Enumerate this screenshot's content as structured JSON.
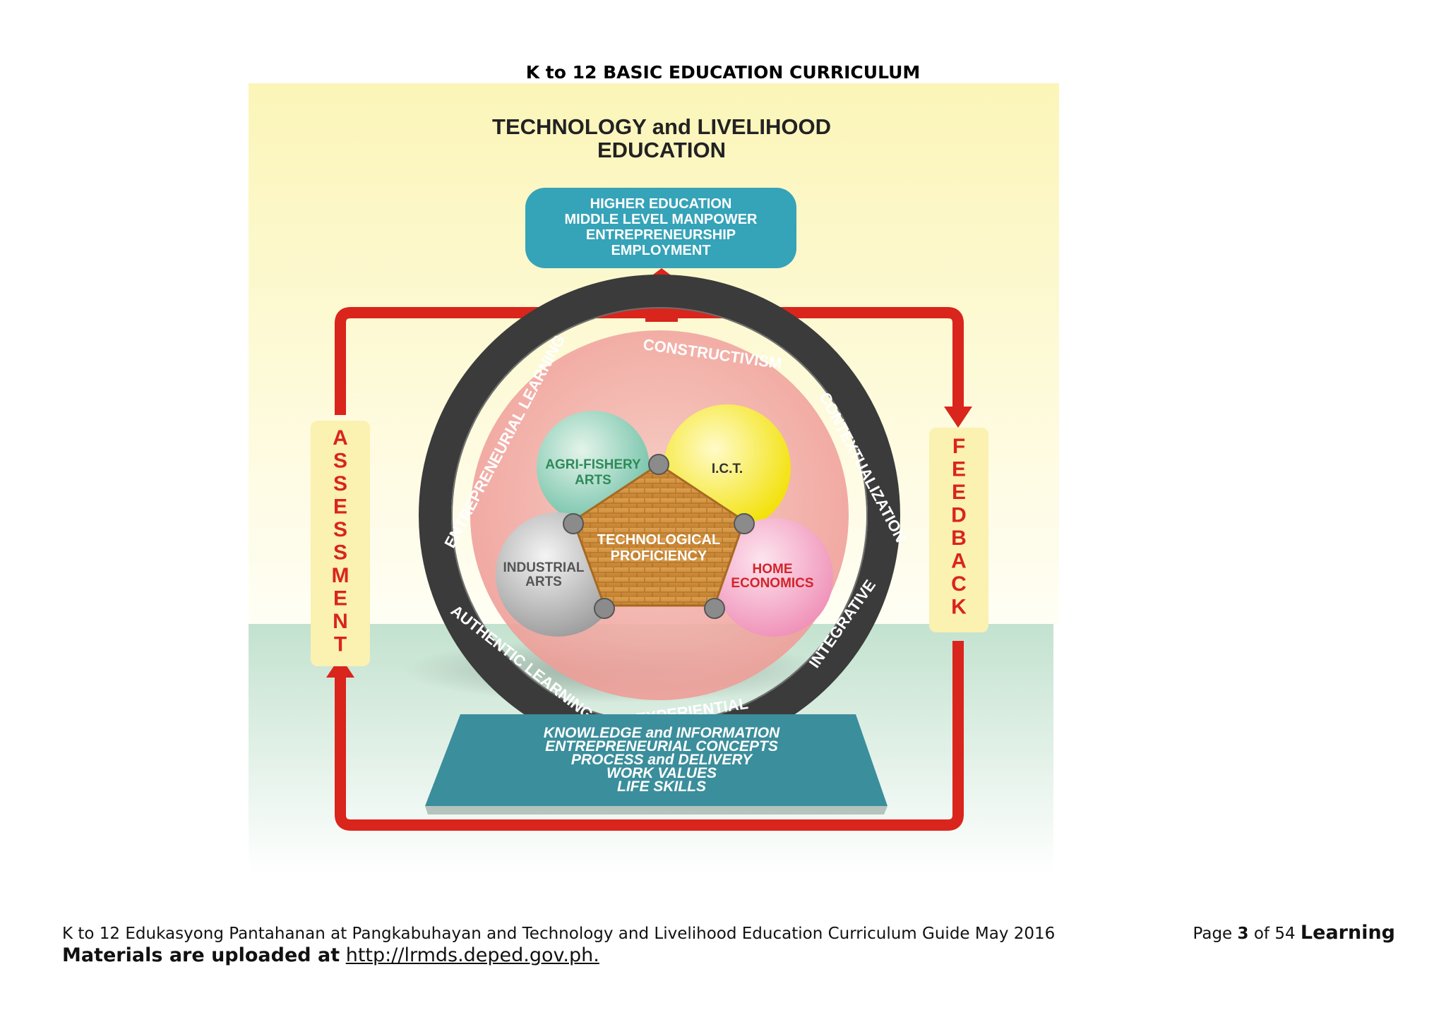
{
  "document": {
    "header": "K to 12 BASIC EDUCATION CURRICULUM"
  },
  "figure": {
    "title_line1": "TECHNOLOGY and LIVELIHOOD",
    "title_line2": "EDUCATION",
    "outcomes": [
      "HIGHER EDUCATION",
      "MIDDLE LEVEL MANPOWER",
      "ENTREPRENEURSHIP",
      "EMPLOYMENT"
    ],
    "left_label": "ASSESSMENT",
    "right_label": "FEEDBACK",
    "ring_labels": {
      "top": "CONSTRUCTIVISM",
      "upper_left": "ENTREPRENEURIAL LEARNING",
      "upper_right": "CONTEXTUALIZATION",
      "lower_left": "AUTHENTIC LEARNING",
      "lower_right": "INTEGRATIVE",
      "bottom": "EXPERIENTIAL"
    },
    "spheres": {
      "agri": [
        "AGRI-FISHERY",
        "ARTS"
      ],
      "ict": [
        "I.C.T."
      ],
      "industrial": [
        "INDUSTRIAL",
        "ARTS"
      ],
      "home": [
        "HOME",
        "ECONOMICS"
      ]
    },
    "center": [
      "TECHNOLOGICAL",
      "PROFICIENCY"
    ],
    "foundation": [
      "KNOWLEDGE and INFORMATION",
      "ENTREPRENEURIAL CONCEPTS",
      "PROCESS and DELIVERY",
      "WORK VALUES",
      "LIFE SKILLS"
    ]
  },
  "footer": {
    "line1": "K to 12 Edukasyong Pantahanan at Pangkabuhayan and Technology and Livelihood Education Curriculum Guide May 2016",
    "page_prefix": "Page",
    "page_number": "3",
    "page_of": "of 54",
    "page_suffix": "Learning",
    "line2_bold": "Materials are uploaded at",
    "url": "http://lrmds.deped.gov.ph."
  },
  "colors": {
    "red": "#d9251c",
    "teal": "#2f9bb0",
    "ring": "#3a3a3a",
    "yellow_bg": "#fbf6c2",
    "green_bg": "#cfe8d8"
  }
}
